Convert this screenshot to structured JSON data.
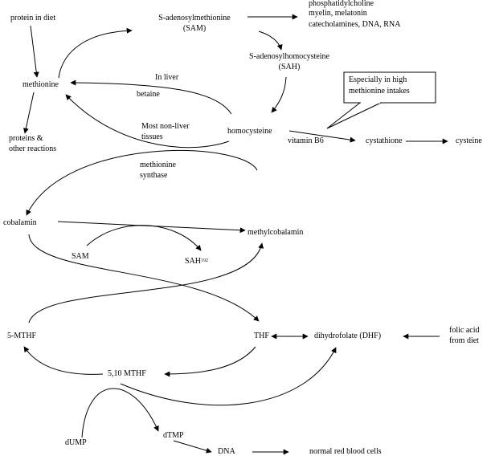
{
  "nodes": {
    "protein_in_diet": "protein in diet",
    "sam_1": "S-adenosylmethionine",
    "sam_2": "(SAM)",
    "products_1": "phosphatidylcholine",
    "products_2": "myelin, melatonin",
    "products_3": "catecholamines, DNA, RNA",
    "sah_1": "S-adenosylhomocysteine",
    "sah_2": "(SAH)",
    "methionine": "methionine",
    "in_liver": "In liver",
    "betaine": "betaine",
    "callout_1": "Especially in high",
    "callout_2": "methionine intakes",
    "proteins_1": "proteins &",
    "proteins_2": "other reactions",
    "non_liver_1": "Most non-liver",
    "non_liver_2": "tissues",
    "homocysteine": "homocysteine",
    "vitamin_b6": "vitamin B6",
    "cystathione": "cystathione",
    "cysteine": "cysteine",
    "ms_1": "methionine",
    "ms_2": "synthase",
    "cobalamin": "cobalamin",
    "methylcobalamin": "methylcobalamin",
    "sam_small": "SAM",
    "sah_small": "SAH",
    "sah_sup": "192",
    "mthf": "5-MTHF",
    "thf": "THF",
    "dhf": "dihydrofolate (DHF)",
    "folic_1": "folic acid",
    "folic_2": "from diet",
    "mthf510": "5,10 MTHF",
    "dump": "dUMP",
    "dtmp": "dTMP",
    "dna": "DNA",
    "rbc": "normal red blood cells"
  }
}
